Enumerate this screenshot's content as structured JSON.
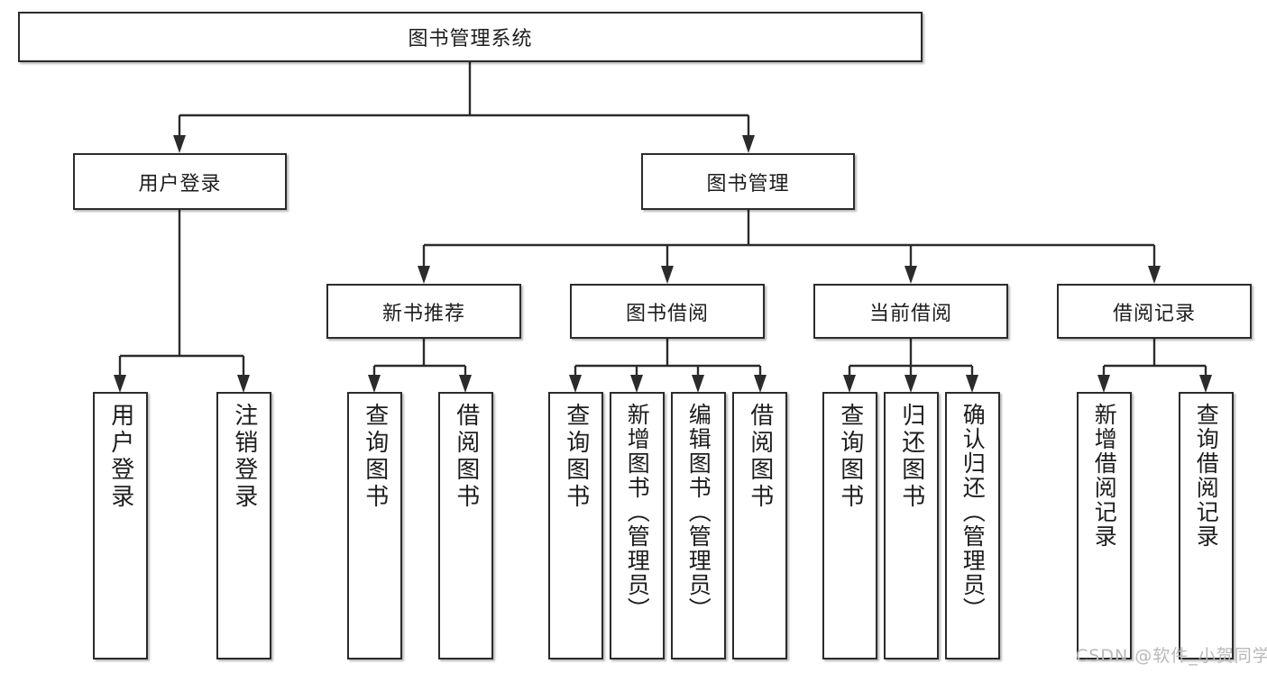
{
  "diagram": {
    "type": "tree-hierarchy",
    "title": "图书管理系统",
    "root": {
      "id": "root",
      "label": "图书管理系统"
    },
    "level2": [
      {
        "id": "user-login",
        "label": "用户登录"
      },
      {
        "id": "book-manage",
        "label": "图书管理"
      }
    ],
    "level3": [
      {
        "id": "new-book-recommend",
        "label": "新书推荐",
        "parent": "book-manage"
      },
      {
        "id": "book-borrow",
        "label": "图书借阅",
        "parent": "book-manage"
      },
      {
        "id": "current-borrow",
        "label": "当前借阅",
        "parent": "book-manage"
      },
      {
        "id": "borrow-record",
        "label": "借阅记录",
        "parent": "book-manage"
      }
    ],
    "leaves": [
      {
        "id": "leaf-user-login",
        "label": "用户登录",
        "parent": "user-login"
      },
      {
        "id": "leaf-logout",
        "label": "注销登录",
        "parent": "user-login"
      },
      {
        "id": "leaf-query-book-1",
        "label": "查询图书",
        "parent": "new-book-recommend"
      },
      {
        "id": "leaf-borrow-book-1",
        "label": "借阅图书",
        "parent": "new-book-recommend"
      },
      {
        "id": "leaf-query-book-2",
        "label": "查询图书",
        "parent": "book-borrow"
      },
      {
        "id": "leaf-add-book",
        "label": "新增图书（管理员）",
        "parent": "book-borrow"
      },
      {
        "id": "leaf-edit-book",
        "label": "编辑图书（管理员）",
        "parent": "book-borrow"
      },
      {
        "id": "leaf-borrow-book-2",
        "label": "借阅图书",
        "parent": "book-borrow"
      },
      {
        "id": "leaf-query-book-3",
        "label": "查询图书",
        "parent": "current-borrow"
      },
      {
        "id": "leaf-return-book",
        "label": "归还图书",
        "parent": "current-borrow"
      },
      {
        "id": "leaf-confirm-return",
        "label": "确认归还（管理员）",
        "parent": "current-borrow"
      },
      {
        "id": "leaf-add-record",
        "label": "新增借阅记录",
        "parent": "borrow-record"
      },
      {
        "id": "leaf-query-record",
        "label": "查询借阅记录",
        "parent": "borrow-record"
      }
    ]
  },
  "watermark": {
    "text": "CSDN @软件_小贺同学"
  },
  "colors": {
    "stroke": "#2b2b2b",
    "text": "#1d1d1d",
    "background": "#ffffff",
    "watermark": "#b9b9b9"
  }
}
